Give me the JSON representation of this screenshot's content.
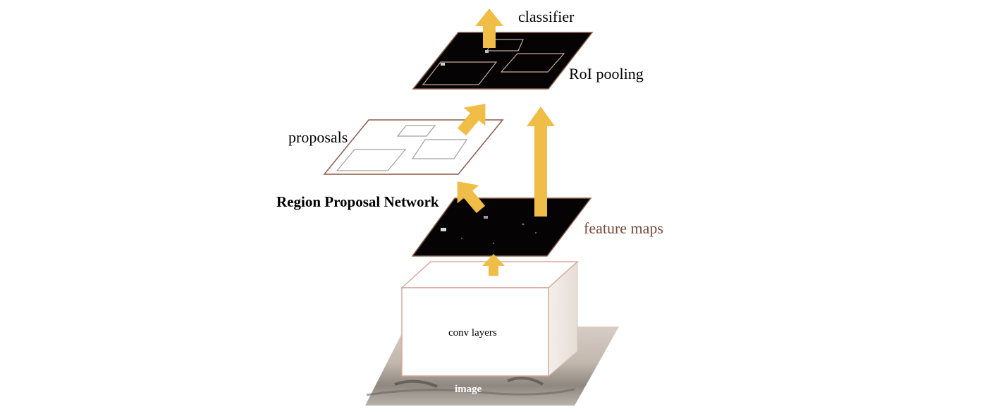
{
  "labels": {
    "classifier": "classifier",
    "roi_pooling": "RoI pooling",
    "proposals": "proposals",
    "rpn": "Region Proposal Network",
    "feature_maps": "feature maps",
    "conv_layers": "conv layers",
    "image": "image"
  },
  "colors": {
    "arrow": "#f0be46",
    "plane_dark": "#050303",
    "plane_border": "#8a5a48",
    "box_border": "#d9a89a",
    "box_side": "#f1ece7",
    "feature_maps_text": "#7a4a3a",
    "text": "#000000",
    "image_text": "#ffffff"
  }
}
